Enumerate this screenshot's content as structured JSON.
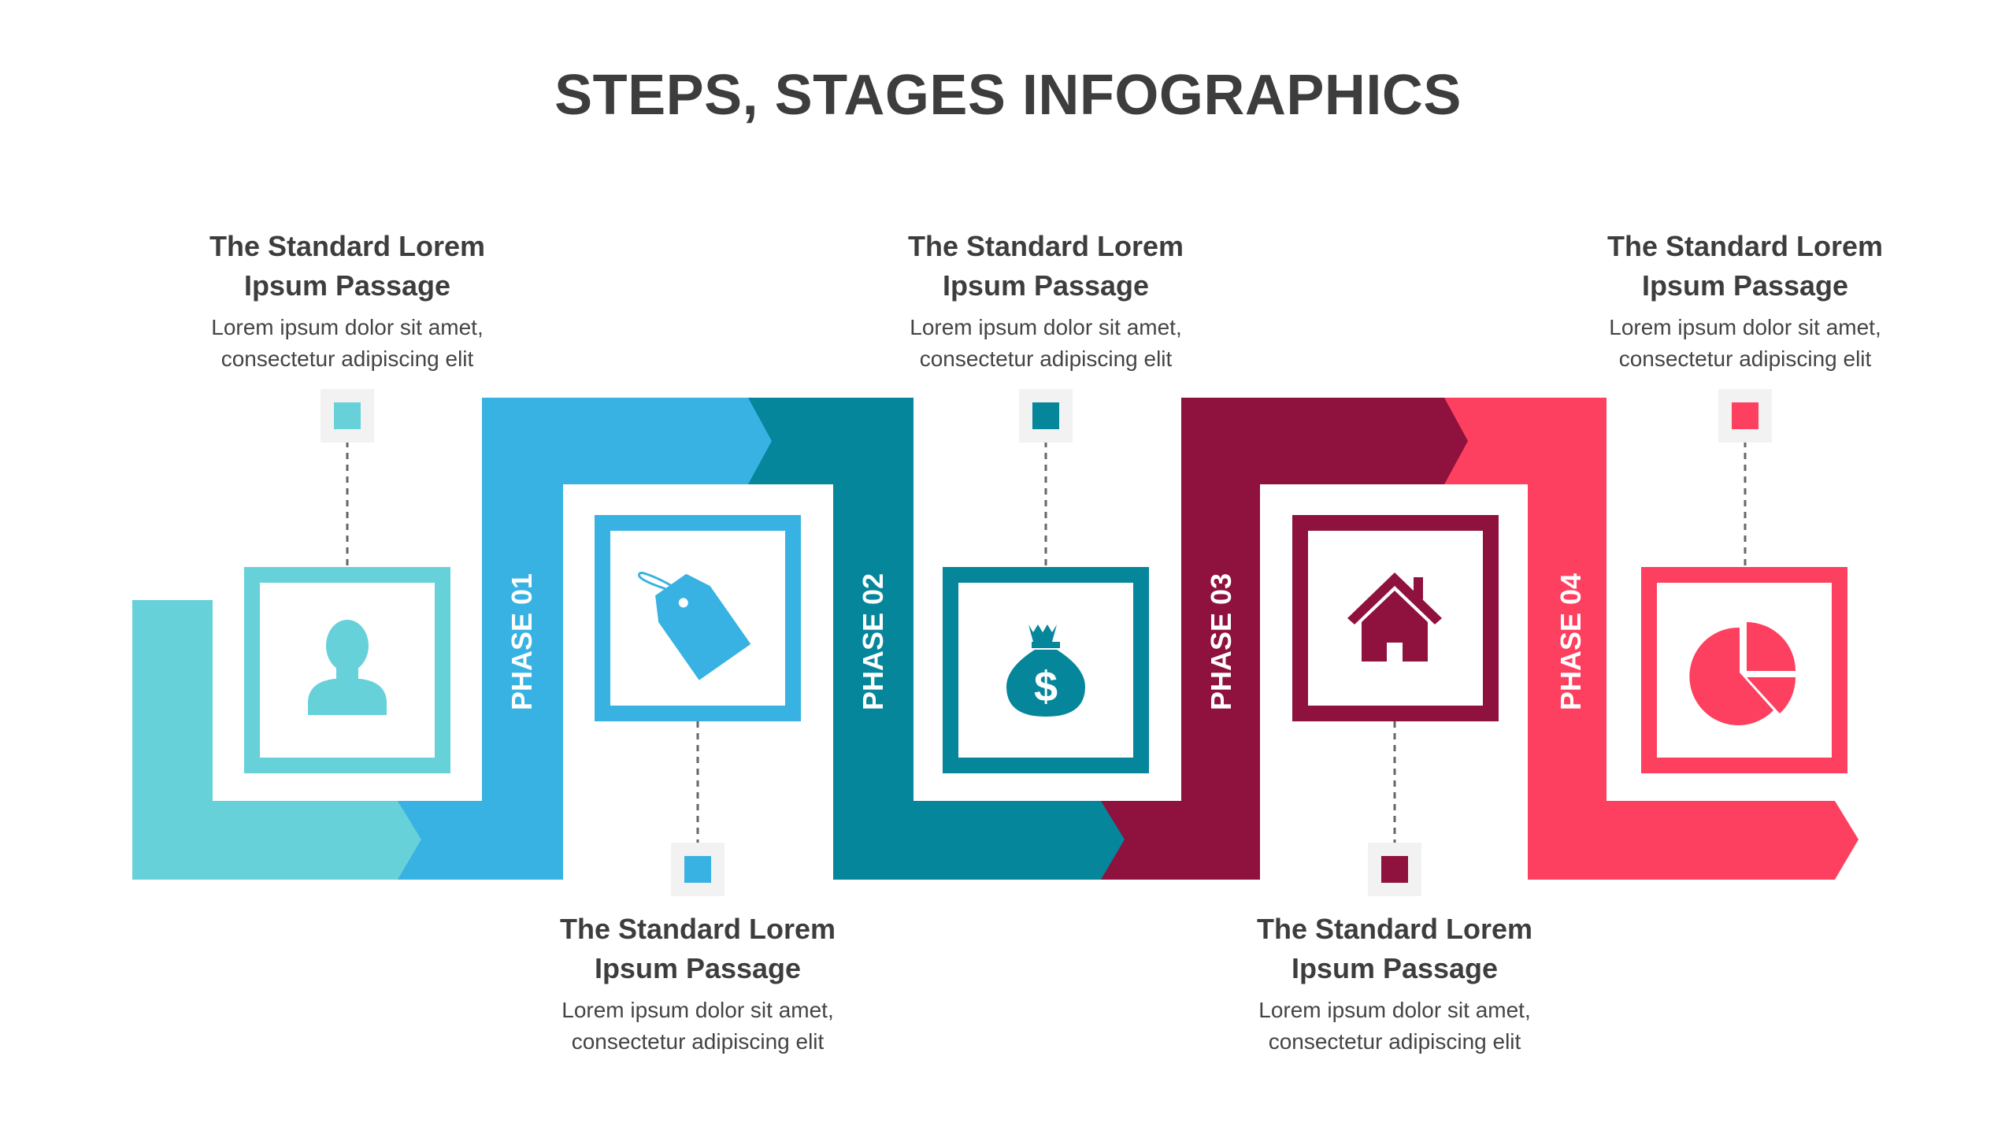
{
  "title": "STEPS, STAGES INFOGRAPHICS",
  "colors": {
    "phase1": "#38b2e2",
    "phase2": "#05869b",
    "phase3": "#8e123d",
    "phase4": "#fd405f",
    "start": "#67d1da",
    "marker_bg": "#f2f2f2",
    "text": "#3d3d3d"
  },
  "phases": [
    {
      "label": "PHASE 01",
      "icon": "price-tag-icon"
    },
    {
      "label": "PHASE 02",
      "icon": "money-bag-icon"
    },
    {
      "label": "PHASE 03",
      "icon": "home-icon"
    },
    {
      "label": "PHASE 04",
      "icon": "pie-chart-icon"
    }
  ],
  "start_icon": "user-icon",
  "blocks": [
    {
      "heading_line1": "The Standard Lorem",
      "heading_line2": "Ipsum Passage",
      "body_line1": "Lorem ipsum dolor sit amet,",
      "body_line2": "consectetur adipiscing elit"
    },
    {
      "heading_line1": "The Standard Lorem",
      "heading_line2": "Ipsum Passage",
      "body_line1": "Lorem ipsum dolor sit amet,",
      "body_line2": "consectetur adipiscing elit"
    },
    {
      "heading_line1": "The Standard Lorem",
      "heading_line2": "Ipsum Passage",
      "body_line1": "Lorem ipsum dolor sit amet,",
      "body_line2": "consectetur adipiscing elit"
    },
    {
      "heading_line1": "The Standard Lorem",
      "heading_line2": "Ipsum Passage",
      "body_line1": "Lorem ipsum dolor sit amet,",
      "body_line2": "consectetur adipiscing elit"
    },
    {
      "heading_line1": "The Standard Lorem",
      "heading_line2": "Ipsum Passage",
      "body_line1": "Lorem ipsum dolor sit amet,",
      "body_line2": "consectetur adipiscing elit"
    }
  ]
}
